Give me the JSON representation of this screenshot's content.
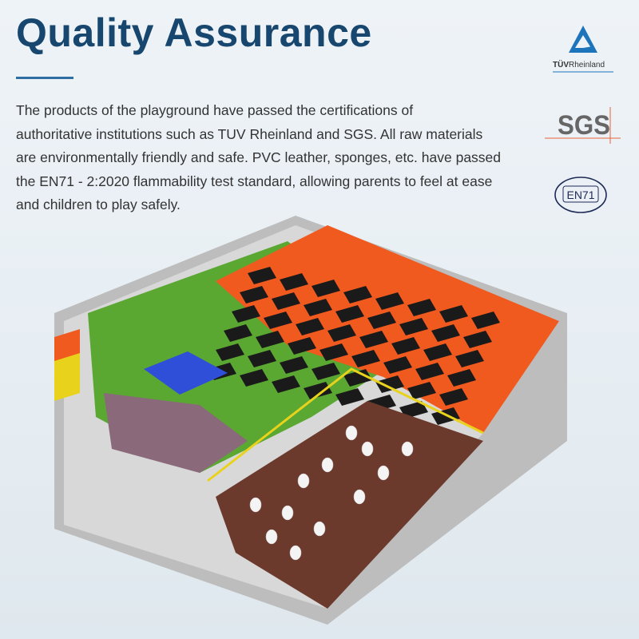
{
  "header": {
    "title": "Quality Assurance"
  },
  "description": {
    "lines": [
      "The products of the playground have passed the certifications of",
      "authoritative institutions such as TUV Rheinland and SGS. All raw materials",
      "are environmentally friendly and safe. PVC leather, sponges, etc. have passed",
      "the EN71 - 2:2020 flammability test standard, allowing parents to feel at ease",
      "and children to play safely."
    ]
  },
  "logos": {
    "tuv": "TÜVRheinland",
    "sgs": "SGS",
    "en71": "EN71"
  },
  "colors": {
    "title": "#17466e",
    "accent_rule": "#2f6ea3",
    "trampoline_orange": "#f05a1e",
    "turf_green": "#5aa832"
  }
}
